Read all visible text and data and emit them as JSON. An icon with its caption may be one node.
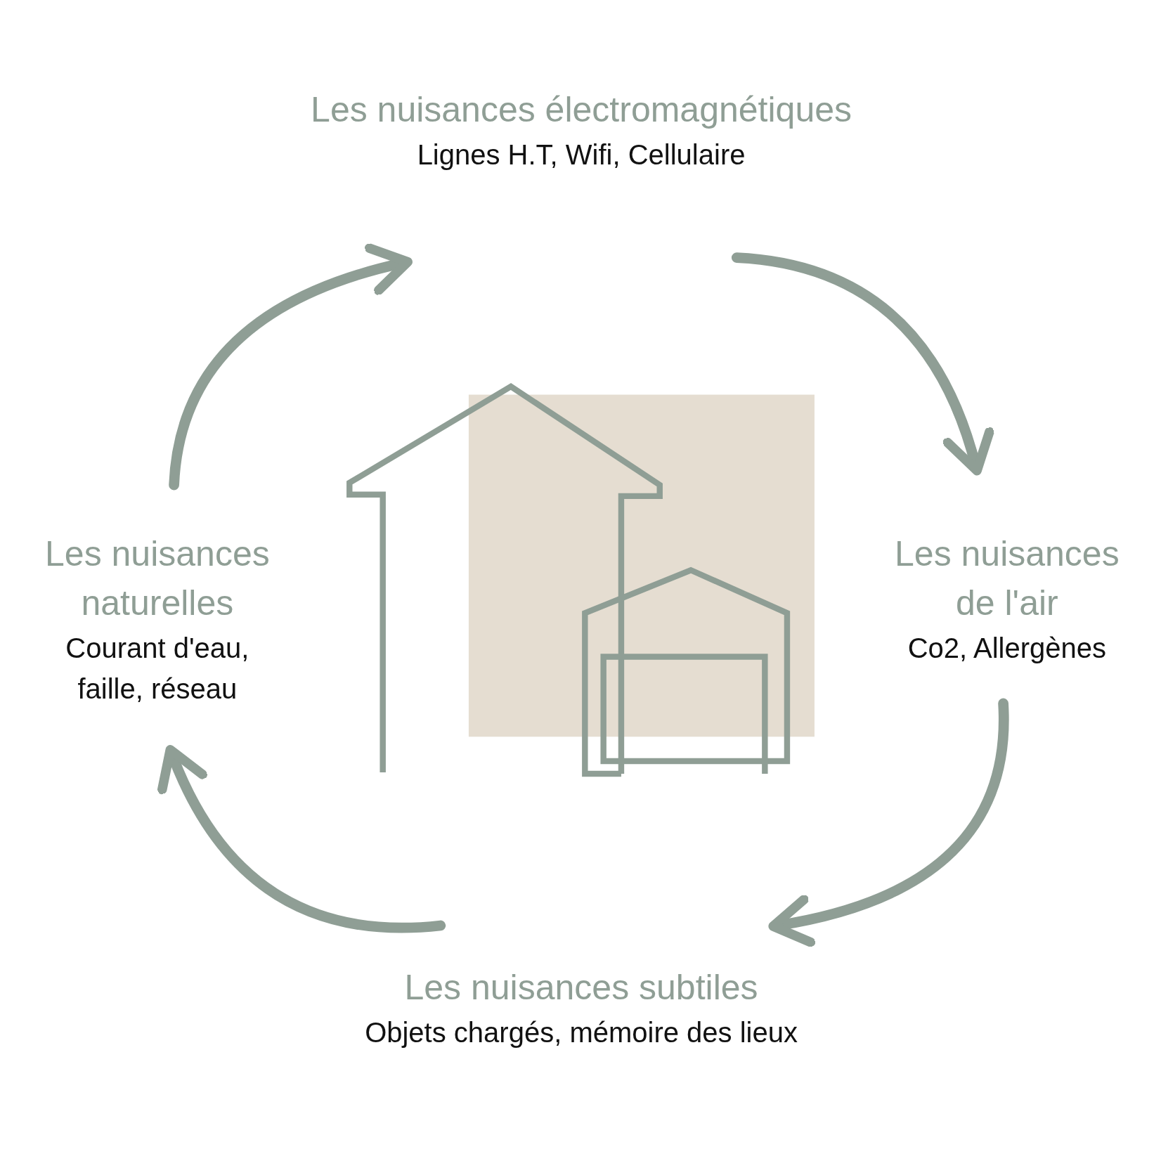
{
  "diagram": {
    "nodes": [
      {
        "text": [
          "Les nuisances électromagnétiques",
          "Lignes H.T, Wifi, Cellulaire"
        ]
      },
      {
        "text": [
          "Les nuisances de l'air",
          "Co2, Allergènes"
        ]
      },
      {
        "text": [
          "Les nuisances subtiles",
          "Objets chargés, mémoire des lieux"
        ]
      },
      {
        "text": [
          "Les nuisances naturelles",
          "Courant d'eau, faille, réseau"
        ]
      }
    ],
    "edges": [
      {
        "from": 0,
        "to": 1,
        "arrow": "to"
      },
      {
        "from": 1,
        "to": 2,
        "arrow": "to"
      },
      {
        "from": 2,
        "to": 3,
        "arrow": "to"
      },
      {
        "from": 3,
        "to": 0,
        "arrow": "to"
      }
    ]
  }
}
